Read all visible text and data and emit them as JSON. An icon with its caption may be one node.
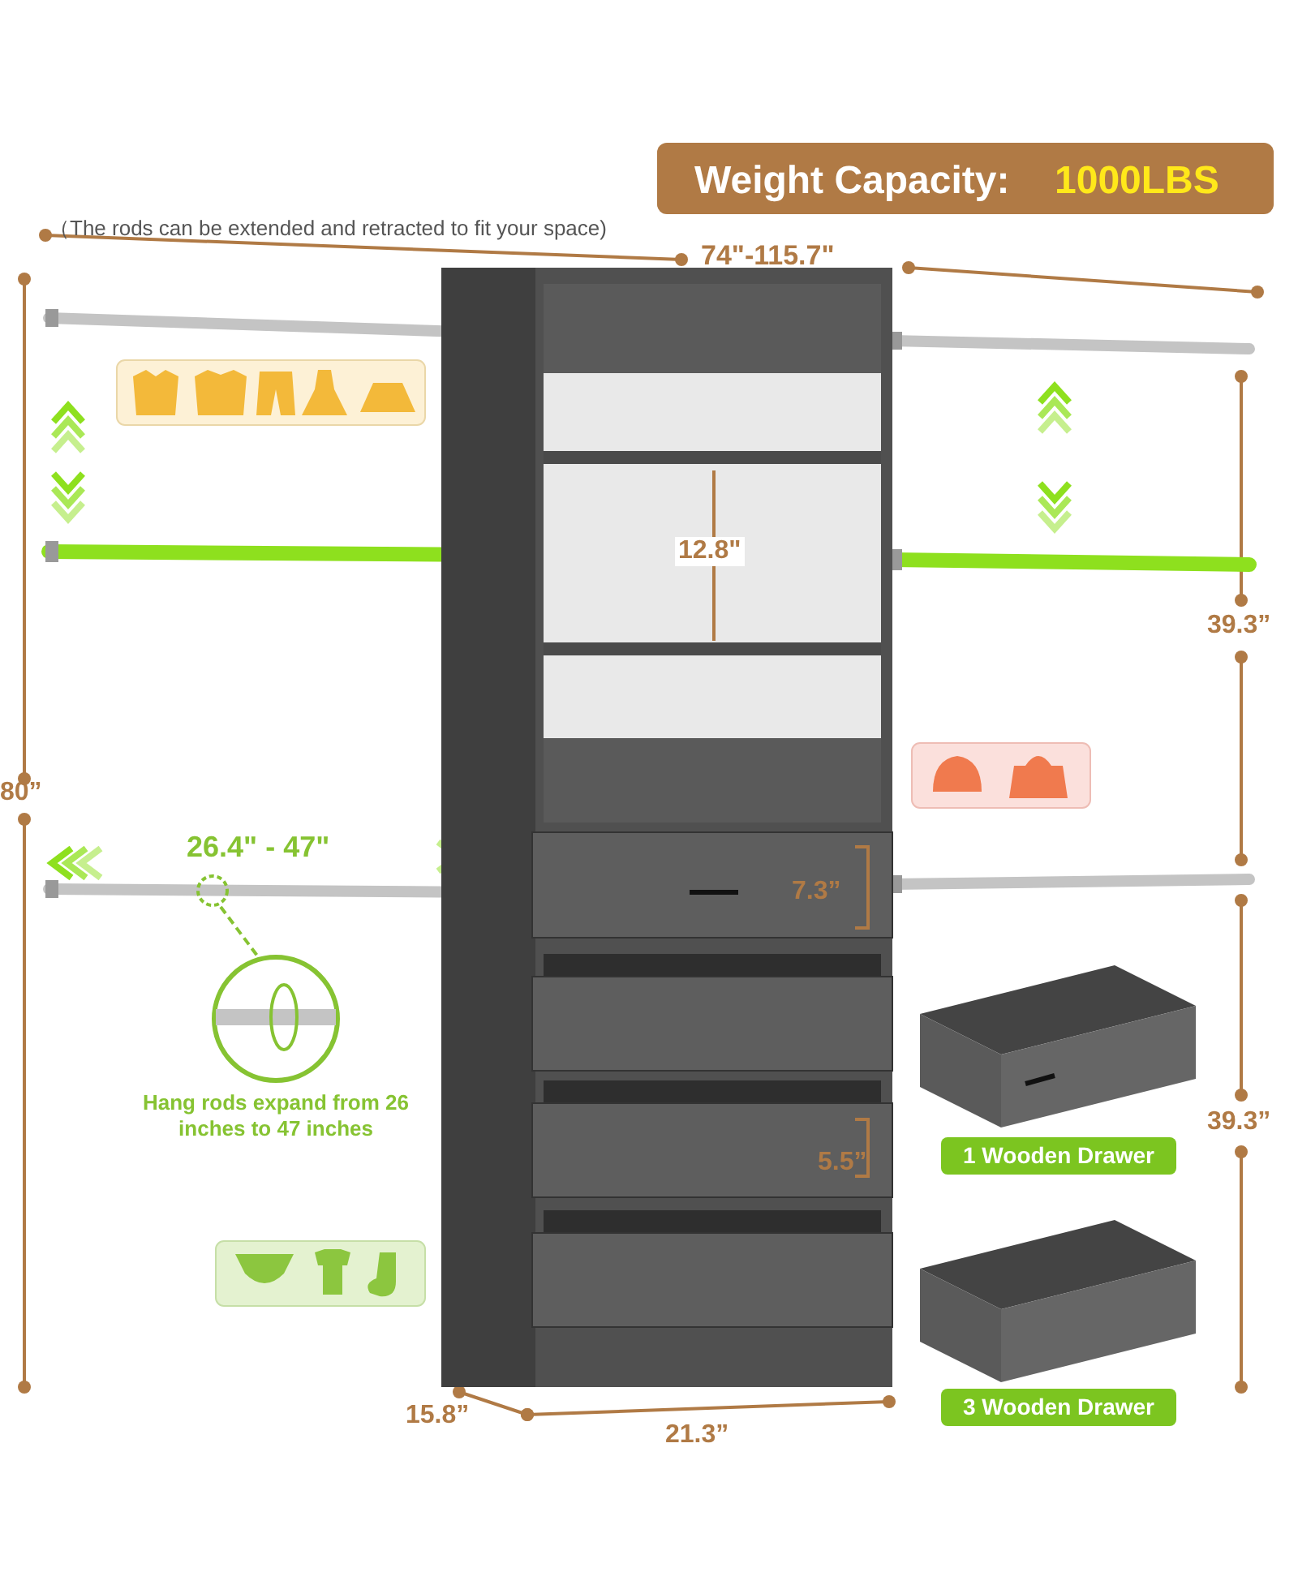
{
  "diagram": {
    "nodes": [
      {
        "text": [],
        "shape": "circle"
      },
      {
        "text": [
          "Hang rods expand from 26 inches to 47 inches"
        ]
      },
      {
        "text": [
          "1 Wooden Drawer"
        ]
      },
      {
        "text": [
          "3 Wooden Drawer"
        ]
      }
    ],
    "edges": [
      {
        "from": 0,
        "to": 1,
        "arrow": "none",
        "style": "dashed"
      }
    ],
    "labels": [
      "Weight Capacity:",
      "1000LBS",
      "（The rods can be extended and retracted to fit your space)",
      "74\"-115.7\"",
      "12.8\"",
      "39.3”",
      "80”",
      "26.4\" - 47\"",
      "7.3”",
      "5.5”",
      "39.3”",
      "15.8”",
      "21.3”"
    ]
  }
}
